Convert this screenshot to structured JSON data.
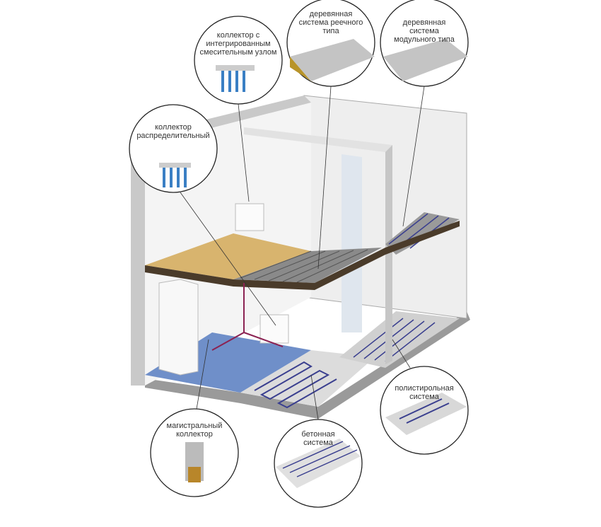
{
  "labels": {
    "collector_integrated": "коллектор с\nинтегрированным\nсмесительным узлом",
    "wood_rack": "деревянная\nсистема реечного\nтипа",
    "wood_modular": "деревянная\nсистема\nмодульного типа",
    "collector_distribution": "коллектор\nраспределительный",
    "polystyrene": "полистирольная\nсистема",
    "main_collector": "магистральный\nколлектор",
    "concrete": "бетонная\nсистема"
  },
  "colors": {
    "wall": "#f2f2f2",
    "wall_edge": "#a9a9a9",
    "floor_tile": "#6f8fc9",
    "wood_floor": "#d8b46e",
    "pipe": "#3a3f8f",
    "beam": "#4a3b2a"
  }
}
